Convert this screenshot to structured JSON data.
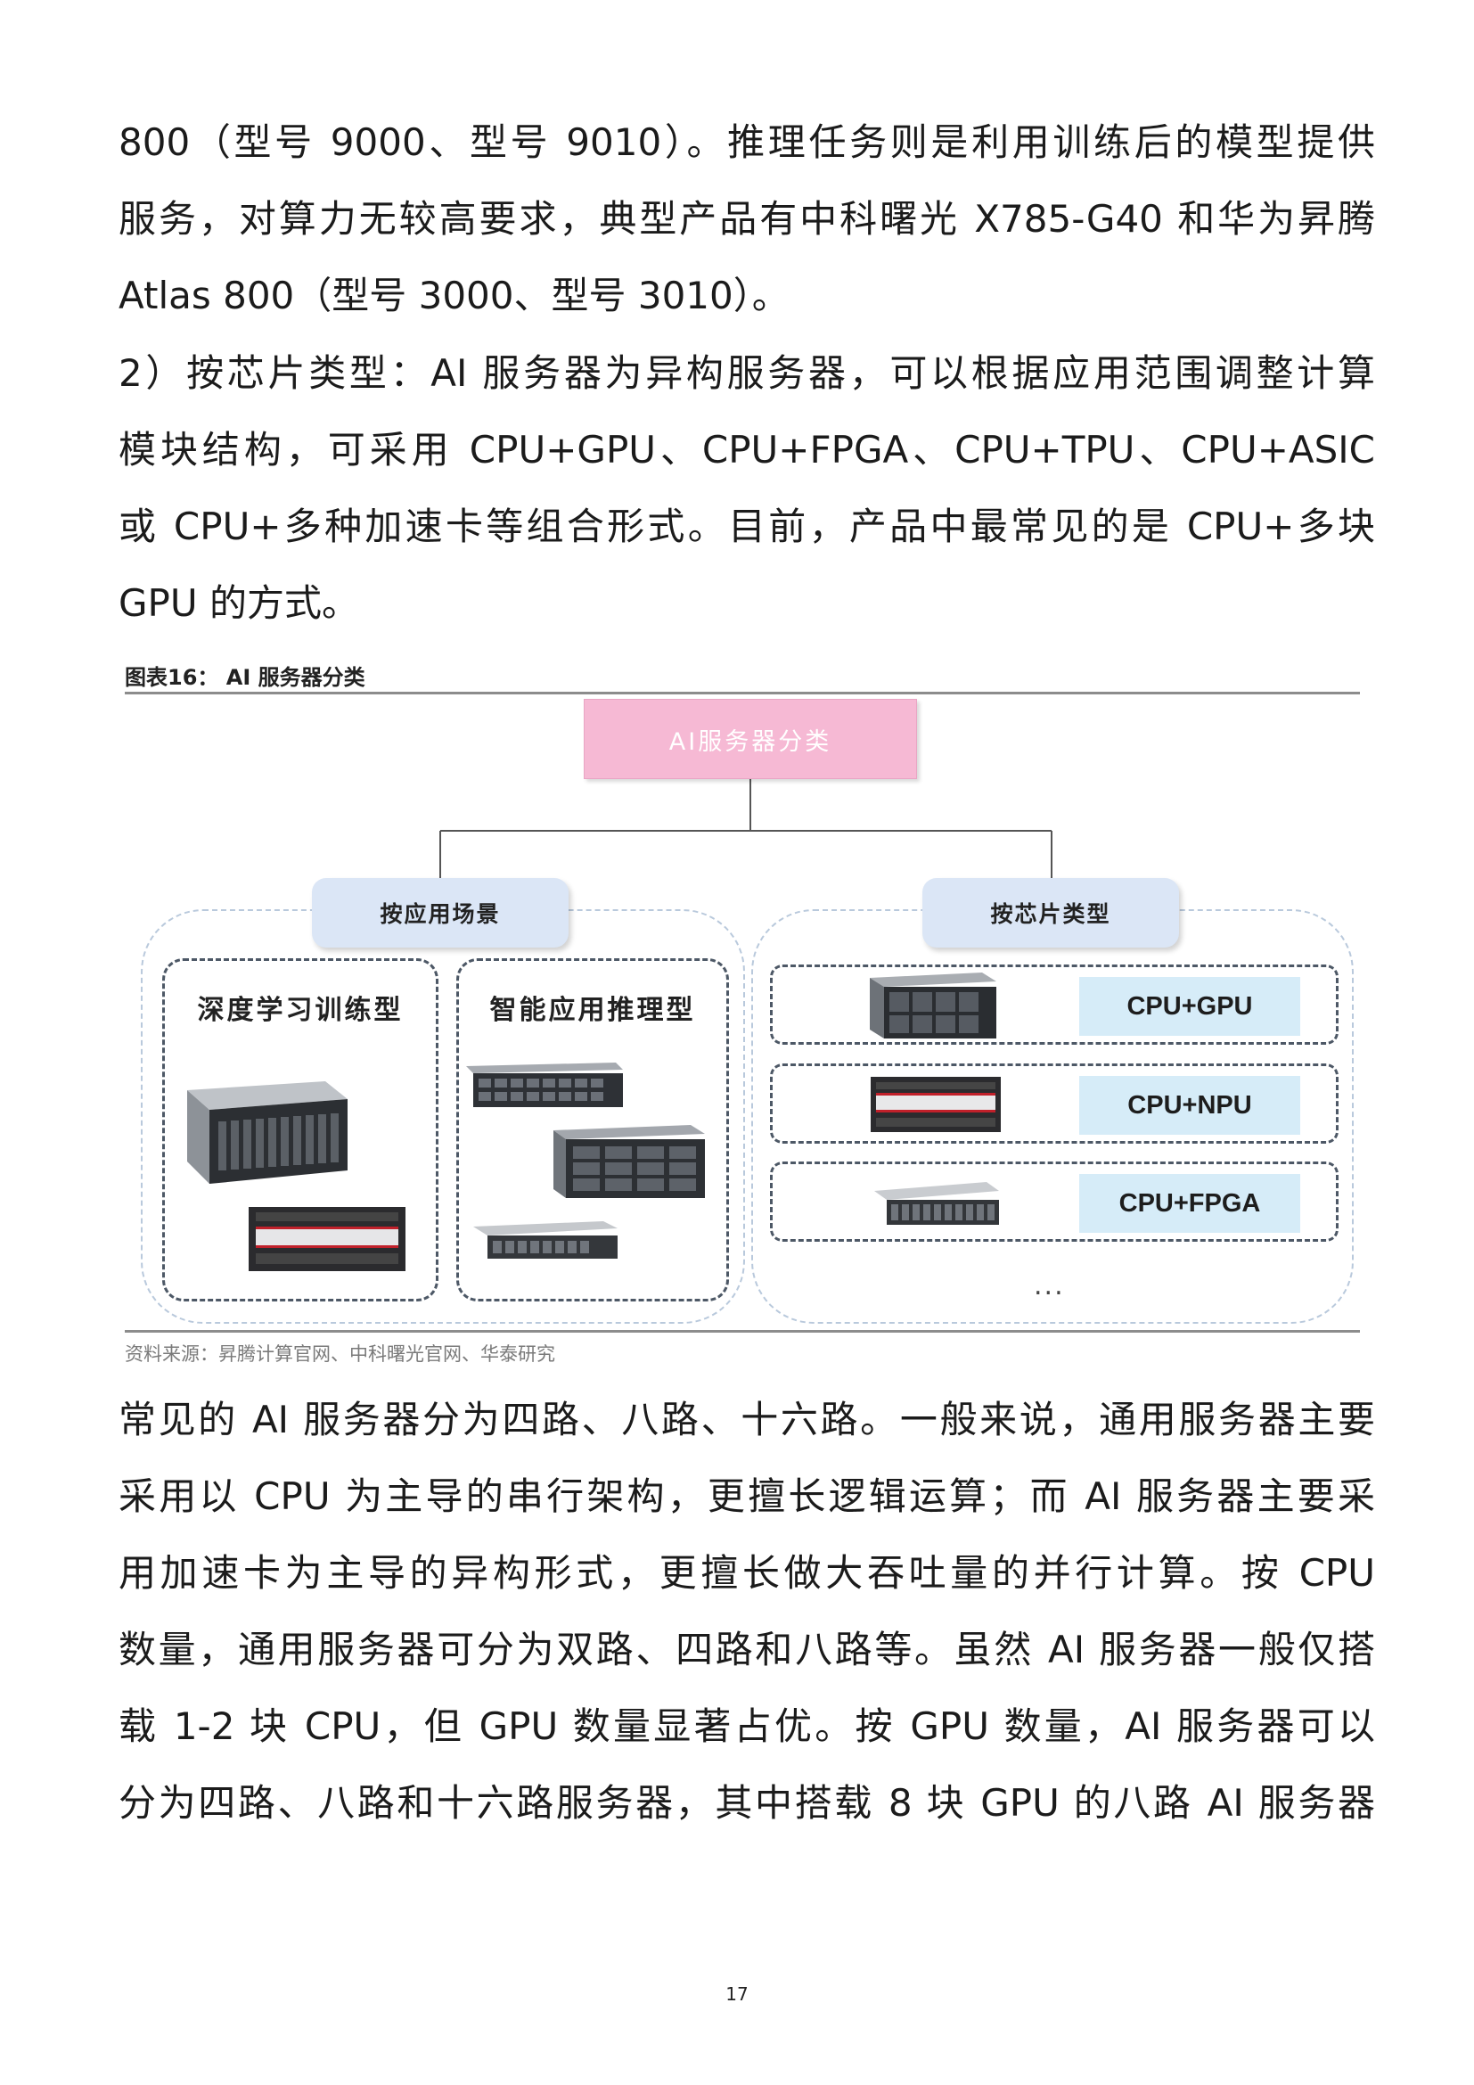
{
  "intro_paragraph": {
    "lines": [
      "800（型号 9000、型号 9010）。推理任务则是利用训练后的模型提供",
      "服务，对算力无较高要求，典型产品有中科曙光 X785-G40 和华为昇腾",
      "Atlas 800（型号 3000、型号 3010）。"
    ]
  },
  "chip_paragraph": {
    "lines": [
      "2）按芯片类型：AI 服务器为异构服务器，可以根据应用范围调整计算",
      "模块结构，可采用 CPU+GPU、CPU+FPGA、CPU+TPU、CPU+ASIC",
      "或 CPU+多种加速卡等组合形式。目前，产品中最常见的是 CPU+多块",
      "GPU 的方式。"
    ]
  },
  "figure": {
    "title": "图表16：  AI 服务器分类",
    "root_label": "AI服务器分类",
    "by_application": {
      "label": "按应用场景",
      "training_label": "深度学习训练型",
      "inference_label": "智能应用推理型"
    },
    "by_chip": {
      "label": "按芯片类型",
      "options": [
        "CPU+GPU",
        "CPU+NPU",
        "CPU+FPGA"
      ],
      "ellipsis": "..."
    },
    "source": "资料来源：昇腾计算官网、中科曙光官网、华泰研究"
  },
  "body_paragraph": {
    "lines": [
      "常见的 AI 服务器分为四路、八路、十六路。一般来说，通用服务器主要",
      "采用以 CPU 为主导的串行架构，更擅长逻辑运算；而 AI 服务器主要采",
      "用加速卡为主导的异构形式，更擅长做大吞吐量的并行计算。按 CPU",
      "数量，通用服务器可分为双路、四路和八路等。虽然 AI 服务器一般仅搭",
      "载 1-2 块 CPU，但 GPU 数量显著占优。按 GPU 数量，AI 服务器可以",
      "分为四路、八路和十六路服务器，其中搭载 8 块 GPU 的八路 AI 服务器"
    ]
  },
  "page_number": "17",
  "colors": {
    "root_box": "#f6b9d4",
    "category_box": "#dbe6f6",
    "chip_label": "#d6ecf8"
  }
}
